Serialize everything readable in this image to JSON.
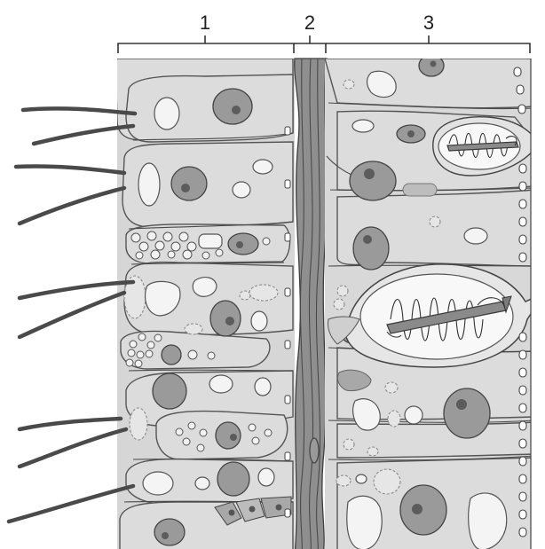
{
  "labels": {
    "region_1": "1",
    "region_2": "2",
    "region_3": "3"
  },
  "colors": {
    "cell_fill": "#dcdcdc",
    "nucleus_fill": "#9a9a9a",
    "membrane_fill": "#8f8f8f",
    "outline": "#444444"
  }
}
